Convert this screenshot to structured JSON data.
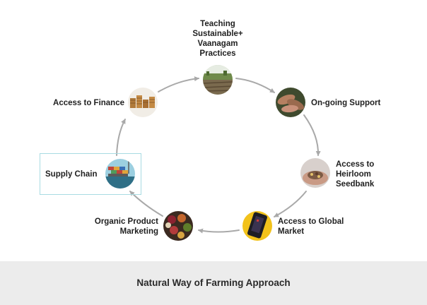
{
  "diagram": {
    "nodes": [
      {
        "id": "teaching",
        "lines": [
          "Teaching",
          "Sustainable+",
          "Vaanagam",
          "Practices"
        ],
        "icon": "farm-field-photo"
      },
      {
        "id": "ongoing-support",
        "lines": [
          "On-going Support"
        ],
        "icon": "joined-hands-photo"
      },
      {
        "id": "seedbank",
        "lines": [
          "Access to",
          "Heirloom",
          "Seedbank"
        ],
        "icon": "seeds-in-hands-photo"
      },
      {
        "id": "global-market",
        "lines": [
          "Access to Global",
          "Market"
        ],
        "icon": "smartphone-photo"
      },
      {
        "id": "organic-marketing",
        "lines": [
          "Organic Product",
          "Marketing"
        ],
        "icon": "produce-photo"
      },
      {
        "id": "supply-chain",
        "lines": [
          "Supply Chain"
        ],
        "icon": "shipping-containers-photo",
        "highlighted": true
      },
      {
        "id": "finance",
        "lines": [
          "Access to Finance"
        ],
        "icon": "coin-stacks-photo"
      }
    ],
    "arrow_color": "#a9a9a9",
    "highlight_color": "#a8dbe2"
  },
  "footer": {
    "title": "Natural Way of Farming Approach"
  }
}
